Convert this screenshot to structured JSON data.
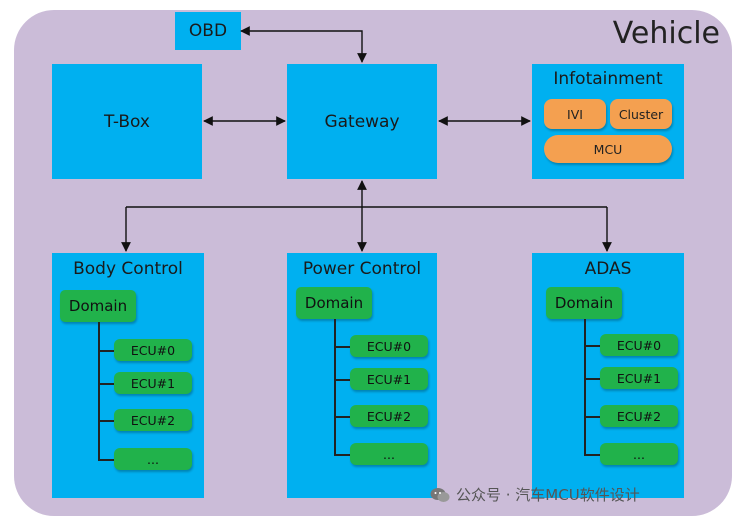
{
  "container": {
    "title": "Vehicle"
  },
  "obd": {
    "label": "OBD"
  },
  "tbox": {
    "label": "T-Box"
  },
  "gateway": {
    "label": "Gateway"
  },
  "infotainment": {
    "title": "Infotainment",
    "ivi": "IVI",
    "cluster": "Cluster",
    "mcu": "MCU"
  },
  "groups": [
    {
      "title": "Body Control",
      "domain": "Domain",
      "ecus": [
        "ECU#0",
        "ECU#1",
        "ECU#2",
        "..."
      ]
    },
    {
      "title": "Power Control",
      "domain": "Domain",
      "ecus": [
        "ECU#0",
        "ECU#1",
        "ECU#2",
        "..."
      ]
    },
    {
      "title": "ADAS",
      "domain": "Domain",
      "ecus": [
        "ECU#0",
        "ECU#1",
        "ECU#2",
        "..."
      ]
    }
  ],
  "watermark": {
    "text": "公众号 · 汽车MCU软件设计"
  },
  "colors": {
    "box": "#00b0f0",
    "domain": "#21b24b",
    "infotainment_item": "#f4a050",
    "background": "#cbbcd8"
  }
}
